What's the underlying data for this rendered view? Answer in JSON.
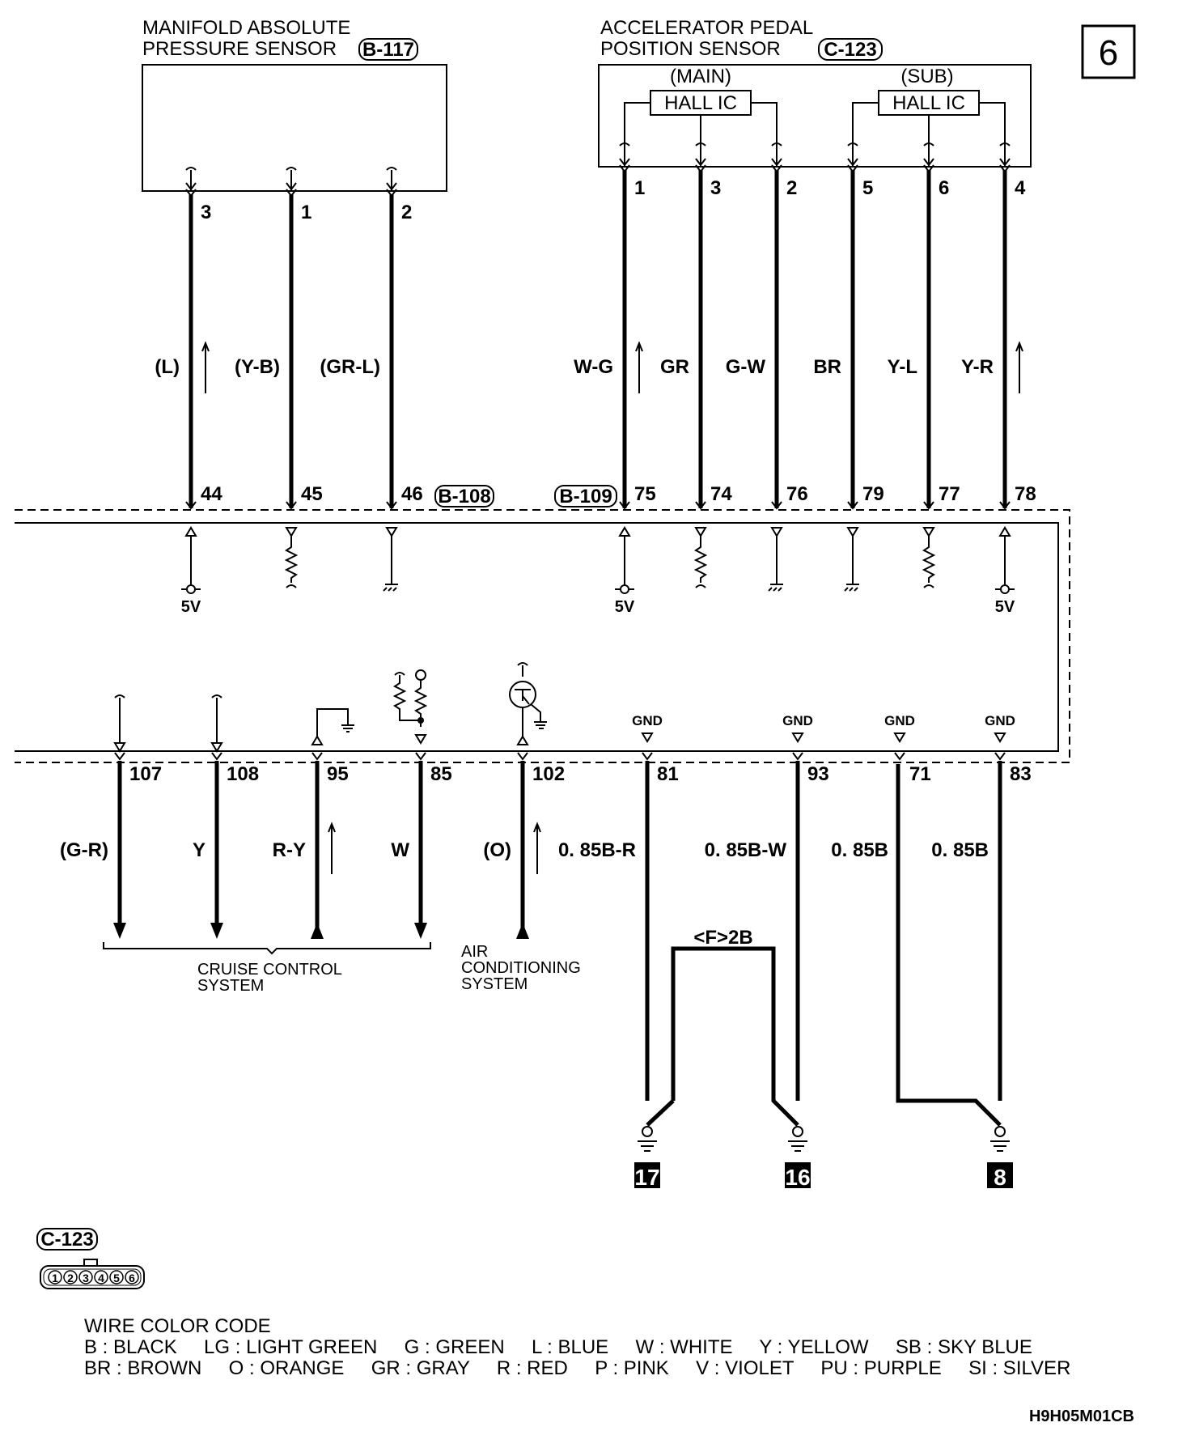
{
  "page_number": "6",
  "figure_code": "H9H05M01CB",
  "map_sensor": {
    "title_line1": "MANIFOLD ABSOLUTE",
    "title_line2": "PRESSURE SENSOR",
    "connector": "B-117",
    "wires": [
      {
        "sensor_pin": "3",
        "color": "(L)",
        "ecu_pin": "44",
        "arrow": "up",
        "ecu_side": "5V"
      },
      {
        "sensor_pin": "1",
        "color": "(Y-B)",
        "ecu_pin": "45",
        "arrow": "",
        "ecu_side": "resistor"
      },
      {
        "sensor_pin": "2",
        "color": "(GR-L)",
        "ecu_pin": "46",
        "arrow": "",
        "ecu_side": "ground"
      }
    ]
  },
  "app_sensor": {
    "title_line1": "ACCELERATOR PEDAL",
    "title_line2": "POSITION SENSOR",
    "connector": "C-123",
    "main_label": "(MAIN)",
    "sub_label": "(SUB)",
    "ic_label": "HALL IC",
    "wires": [
      {
        "sensor_pin": "1",
        "color": "W-G",
        "ecu_pin": "75",
        "arrow": "up",
        "ecu_side": "5V"
      },
      {
        "sensor_pin": "3",
        "color": "GR",
        "ecu_pin": "74",
        "arrow": "",
        "ecu_side": "resistor"
      },
      {
        "sensor_pin": "2",
        "color": "G-W",
        "ecu_pin": "76",
        "arrow": "",
        "ecu_side": "ground"
      },
      {
        "sensor_pin": "5",
        "color": "BR",
        "ecu_pin": "79",
        "arrow": "",
        "ecu_side": "ground"
      },
      {
        "sensor_pin": "6",
        "color": "Y-L",
        "ecu_pin": "77",
        "arrow": "",
        "ecu_side": "resistor"
      },
      {
        "sensor_pin": "4",
        "color": "Y-R",
        "ecu_pin": "78",
        "arrow": "up",
        "ecu_side": "5V"
      }
    ]
  },
  "ecu_connectors": {
    "left": "B-108",
    "right": "B-109"
  },
  "voltage_label": "5V",
  "gnd_label": "GND",
  "lower_wires": [
    {
      "pin": "107",
      "color": "(G-R)"
    },
    {
      "pin": "108",
      "color": "Y"
    },
    {
      "pin": "95",
      "color": "R-Y"
    },
    {
      "pin": "85",
      "color": "W"
    },
    {
      "pin": "102",
      "color": "(O)"
    },
    {
      "pin": "81",
      "color": "0. 85B-R"
    },
    {
      "pin": "93",
      "color": "0. 85B-W"
    },
    {
      "pin": "71",
      "color": "0. 85B"
    },
    {
      "pin": "83",
      "color": "0. 85B"
    }
  ],
  "cruise_label_1": "CRUISE CONTROL",
  "cruise_label_2": "SYSTEM",
  "ac_label_1": "AIR",
  "ac_label_2": "CONDITIONING",
  "ac_label_3": "SYSTEM",
  "junction_label": "<F>2B",
  "ground_points": [
    "17",
    "16",
    "8"
  ],
  "connector_diagram": {
    "label": "C-123",
    "pins": [
      "1",
      "2",
      "3",
      "4",
      "5",
      "6"
    ]
  },
  "legend": {
    "title": "WIRE COLOR CODE",
    "line1": "B : BLACK     LG : LIGHT GREEN     G : GREEN     L : BLUE     W : WHITE     Y : YELLOW     SB : SKY BLUE",
    "line2": "BR : BROWN     O : ORANGE     GR : GRAY     R : RED     P : PINK     V : VIOLET     PU : PURPLE     SI : SILVER"
  }
}
